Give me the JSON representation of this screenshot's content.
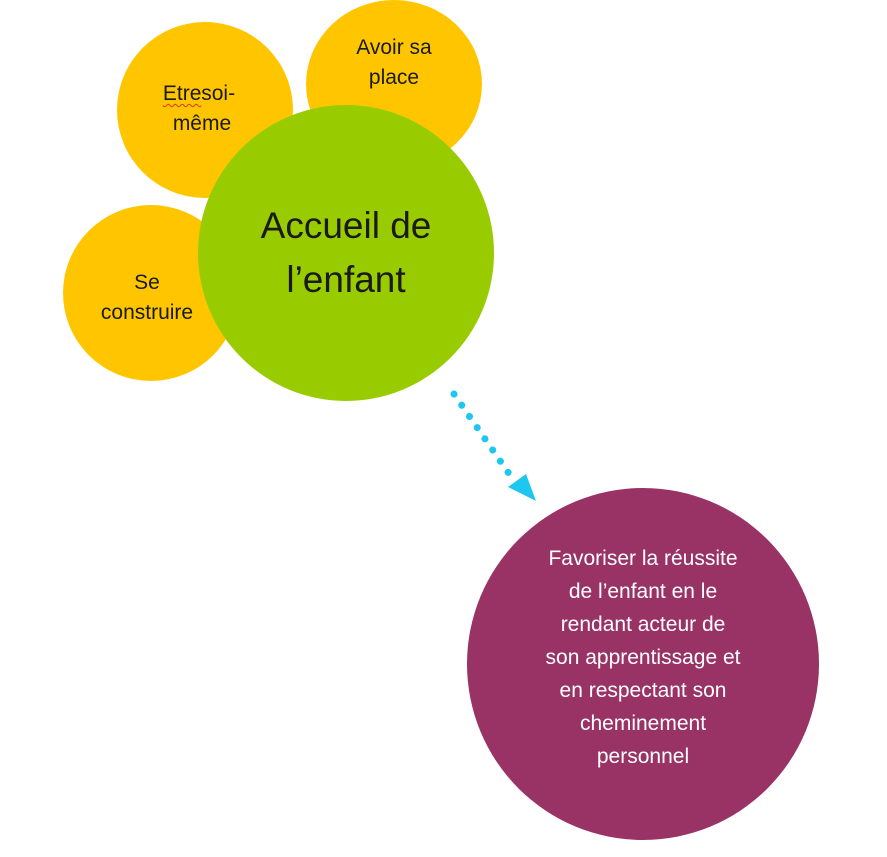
{
  "colors": {
    "yellow": "#FFC600",
    "green": "#99CC00",
    "purple": "#993366",
    "arrow": "#1EC7F0"
  },
  "circles": {
    "etre": {
      "word1": "Etre",
      "rest": " soi-\nmême"
    },
    "avoir": {
      "label": "Avoir sa\nplace"
    },
    "construire": {
      "label": "Se\nconstruire"
    },
    "center": {
      "label": "Accueil de\nl’enfant"
    },
    "goal": {
      "label": "Favoriser la réussite\nde l’enfant en le\nrendant acteur de\nson apprentissage et\nen respectant son\ncheminement\npersonnel"
    }
  },
  "connector": {
    "style": "dotted",
    "direction": "down-right",
    "icon": "arrow-head"
  }
}
